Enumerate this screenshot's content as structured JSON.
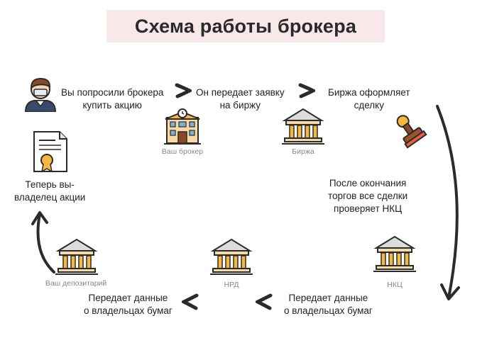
{
  "title": "Схема работы брокера",
  "steps": {
    "you_asked": {
      "line1": "Вы попросили брокера",
      "line2": "купить акцию"
    },
    "broker_sends": {
      "line1": "Он передает заявку",
      "line2": "на биржу"
    },
    "exchange_executes": {
      "line1": "Биржа оформляет",
      "line2": "сделку"
    },
    "nkc_checks": {
      "line1": "После окончания",
      "line2": "торгов все сделки",
      "line3": "проверяет НКЦ"
    },
    "transfer_right": {
      "line1": "Передает данные",
      "line2": "о владельцах бумаг"
    },
    "transfer_left": {
      "line1": "Передает данные",
      "line2": "о владельцах бумаг"
    },
    "owner": {
      "line1": "Теперь вы-",
      "line2": "владелец акции"
    }
  },
  "captions": {
    "broker": "Ваш брокер",
    "exchange": "Биржа",
    "nkc": "НКЦ",
    "nrd": "НРД",
    "depositary": "Ваш депозитарий"
  },
  "icons": {
    "person": "person-icon",
    "broker": "office-building-icon",
    "exchange": "bank-building-icon",
    "stamp": "stamp-icon",
    "certificate": "certificate-icon",
    "nkc": "bank-building-icon",
    "nrd": "bank-building-icon",
    "depositary": "bank-building-icon"
  },
  "colors": {
    "title_bg": "#f9e8ea",
    "stroke": "#2b2b2b",
    "accent": "#f5b942",
    "caption": "#888888"
  }
}
